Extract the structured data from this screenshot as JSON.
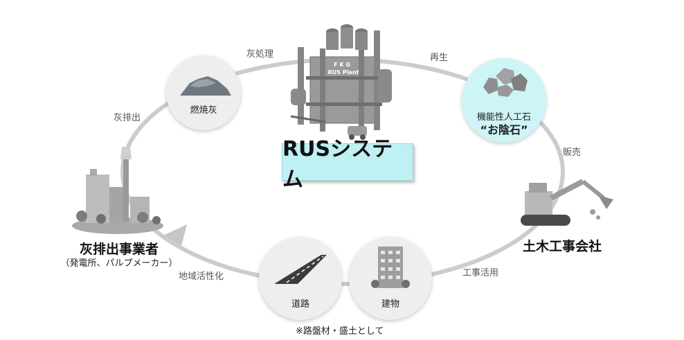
{
  "center": {
    "title": "RUSシステム",
    "plant_sign_1": "F K G",
    "plant_sign_2": "RUS Plant"
  },
  "nodes": {
    "ash": {
      "label": "燃焼灰"
    },
    "product": {
      "label_line1": "機能性人工石",
      "label_line2": "“お陰石”"
    },
    "civil": {
      "label": "土木工事会社"
    },
    "building": {
      "label": "建物"
    },
    "road": {
      "label": "道路"
    },
    "emitter": {
      "label": "灰排出事業者",
      "sub": "（発電所、パルプメーカー）"
    }
  },
  "edges": {
    "ash_processing": "灰処理",
    "regeneration": "再生",
    "sales": "販売",
    "construction_use": "工事活用",
    "regional_revitalization": "地域活性化",
    "ash_emission": "灰排出"
  },
  "note": "※路盤材・盛土として",
  "colors": {
    "flow": "#c8c8c8",
    "highlight": "#bff1f4",
    "circle": "#eeeeee"
  }
}
